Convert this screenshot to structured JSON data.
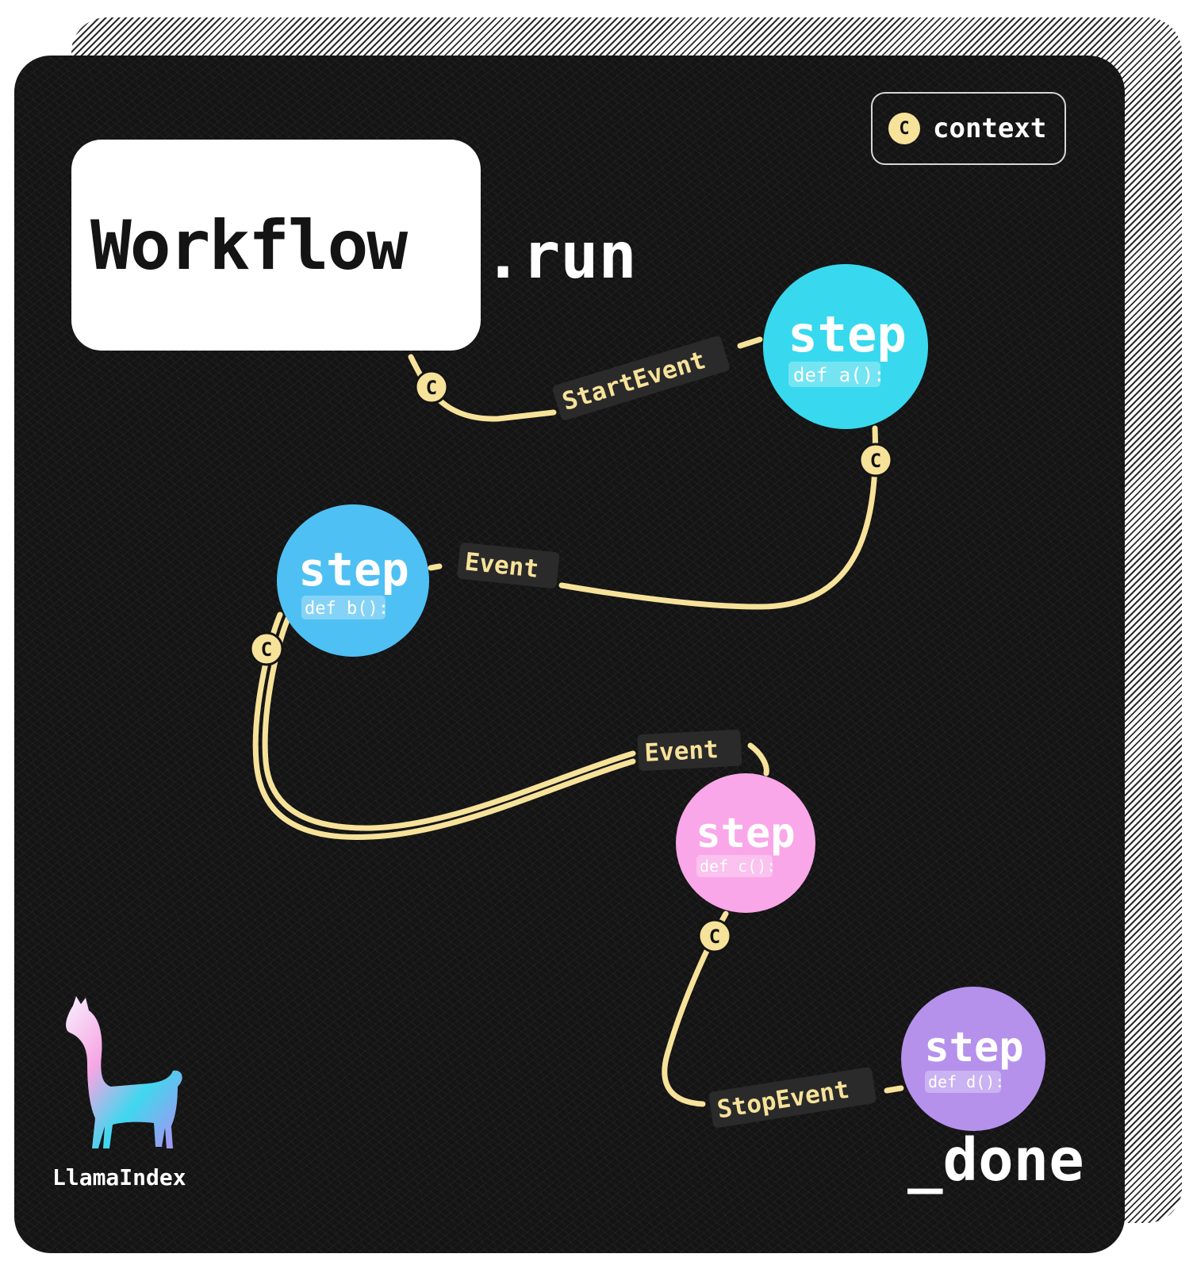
{
  "legend": {
    "badge_letter": "C",
    "label": "context"
  },
  "title": {
    "boxed": "Workflow",
    "suffix": ".run"
  },
  "nodes": [
    {
      "word": "step",
      "code": "def a():",
      "color": "#38d9ee"
    },
    {
      "word": "step",
      "code": "def b():",
      "color": "#4fc0f3"
    },
    {
      "word": "step",
      "code": "def c():",
      "color": "#f9a7e8"
    },
    {
      "word": "step",
      "code": "def d():",
      "color": "#b591ec"
    }
  ],
  "edges": [
    {
      "label": "StartEvent"
    },
    {
      "label": "Event"
    },
    {
      "label": "Event"
    },
    {
      "label": "StopEvent"
    }
  ],
  "context_marker": "C",
  "brand": "LlamaIndex",
  "footer": "_done",
  "colors": {
    "edge": "#f7e29a",
    "background": "#141414"
  }
}
